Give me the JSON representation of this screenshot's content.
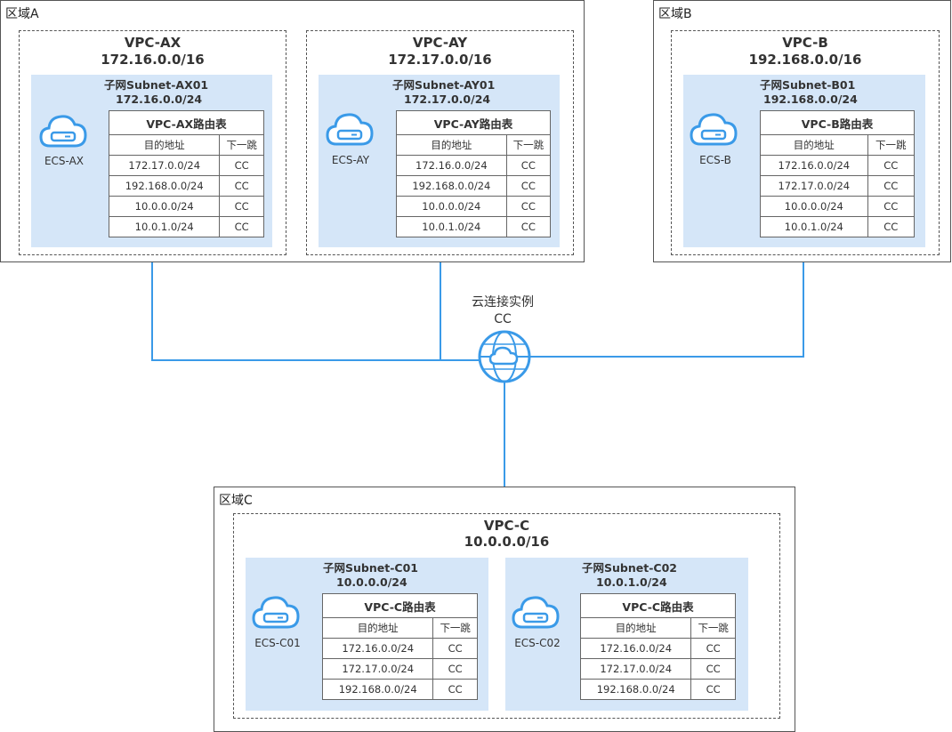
{
  "regions": {
    "a": {
      "label": "区域A"
    },
    "b": {
      "label": "区域B"
    },
    "c": {
      "label": "区域C"
    }
  },
  "vpcs": {
    "ax": {
      "name": "VPC-AX",
      "cidr": "172.16.0.0/16"
    },
    "ay": {
      "name": "VPC-AY",
      "cidr": "172.17.0.0/16"
    },
    "b": {
      "name": "VPC-B",
      "cidr": "192.168.0.0/16"
    },
    "c": {
      "name": "VPC-C",
      "cidr": "10.0.0.0/16"
    }
  },
  "subnets": {
    "ax01": {
      "name": "子网Subnet-AX01",
      "cidr": "172.16.0.0/24",
      "ecs": "ECS-AX"
    },
    "ay01": {
      "name": "子网Subnet-AY01",
      "cidr": "172.17.0.0/24",
      "ecs": "ECS-AY"
    },
    "b01": {
      "name": "子网Subnet-B01",
      "cidr": "192.168.0.0/24",
      "ecs": "ECS-B"
    },
    "c01": {
      "name": "子网Subnet-C01",
      "cidr": "10.0.0.0/24",
      "ecs": "ECS-C01"
    },
    "c02": {
      "name": "子网Subnet-C02",
      "cidr": "10.0.1.0/24",
      "ecs": "ECS-C02"
    }
  },
  "route_tables": {
    "ax": {
      "title": "VPC-AX路由表",
      "col_dest": "目的地址",
      "col_next": "下一跳",
      "rows": [
        [
          "172.17.0.0/24",
          "CC"
        ],
        [
          "192.168.0.0/24",
          "CC"
        ],
        [
          "10.0.0.0/24",
          "CC"
        ],
        [
          "10.0.1.0/24",
          "CC"
        ]
      ]
    },
    "ay": {
      "title": "VPC-AY路由表",
      "col_dest": "目的地址",
      "col_next": "下一跳",
      "rows": [
        [
          "172.16.0.0/24",
          "CC"
        ],
        [
          "192.168.0.0/24",
          "CC"
        ],
        [
          "10.0.0.0/24",
          "CC"
        ],
        [
          "10.0.1.0/24",
          "CC"
        ]
      ]
    },
    "b": {
      "title": "VPC-B路由表",
      "col_dest": "目的地址",
      "col_next": "下一跳",
      "rows": [
        [
          "172.16.0.0/24",
          "CC"
        ],
        [
          "172.17.0.0/24",
          "CC"
        ],
        [
          "10.0.0.0/24",
          "CC"
        ],
        [
          "10.0.1.0/24",
          "CC"
        ]
      ]
    },
    "c01": {
      "title": "VPC-C路由表",
      "col_dest": "目的地址",
      "col_next": "下一跳",
      "rows": [
        [
          "172.16.0.0/24",
          "CC"
        ],
        [
          "172.17.0.0/24",
          "CC"
        ],
        [
          "192.168.0.0/24",
          "CC"
        ]
      ]
    },
    "c02": {
      "title": "VPC-C路由表",
      "col_dest": "目的地址",
      "col_next": "下一跳",
      "rows": [
        [
          "172.16.0.0/24",
          "CC"
        ],
        [
          "172.17.0.0/24",
          "CC"
        ],
        [
          "192.168.0.0/24",
          "CC"
        ]
      ]
    }
  },
  "cloud_connect": {
    "name": "云连接实例",
    "short": "CC",
    "icon": "cloud-connect-globe-icon"
  },
  "colors": {
    "line": "#3a9ae8",
    "subnet_bg": "#d5e6f8",
    "icon": "#3a9ae8"
  }
}
